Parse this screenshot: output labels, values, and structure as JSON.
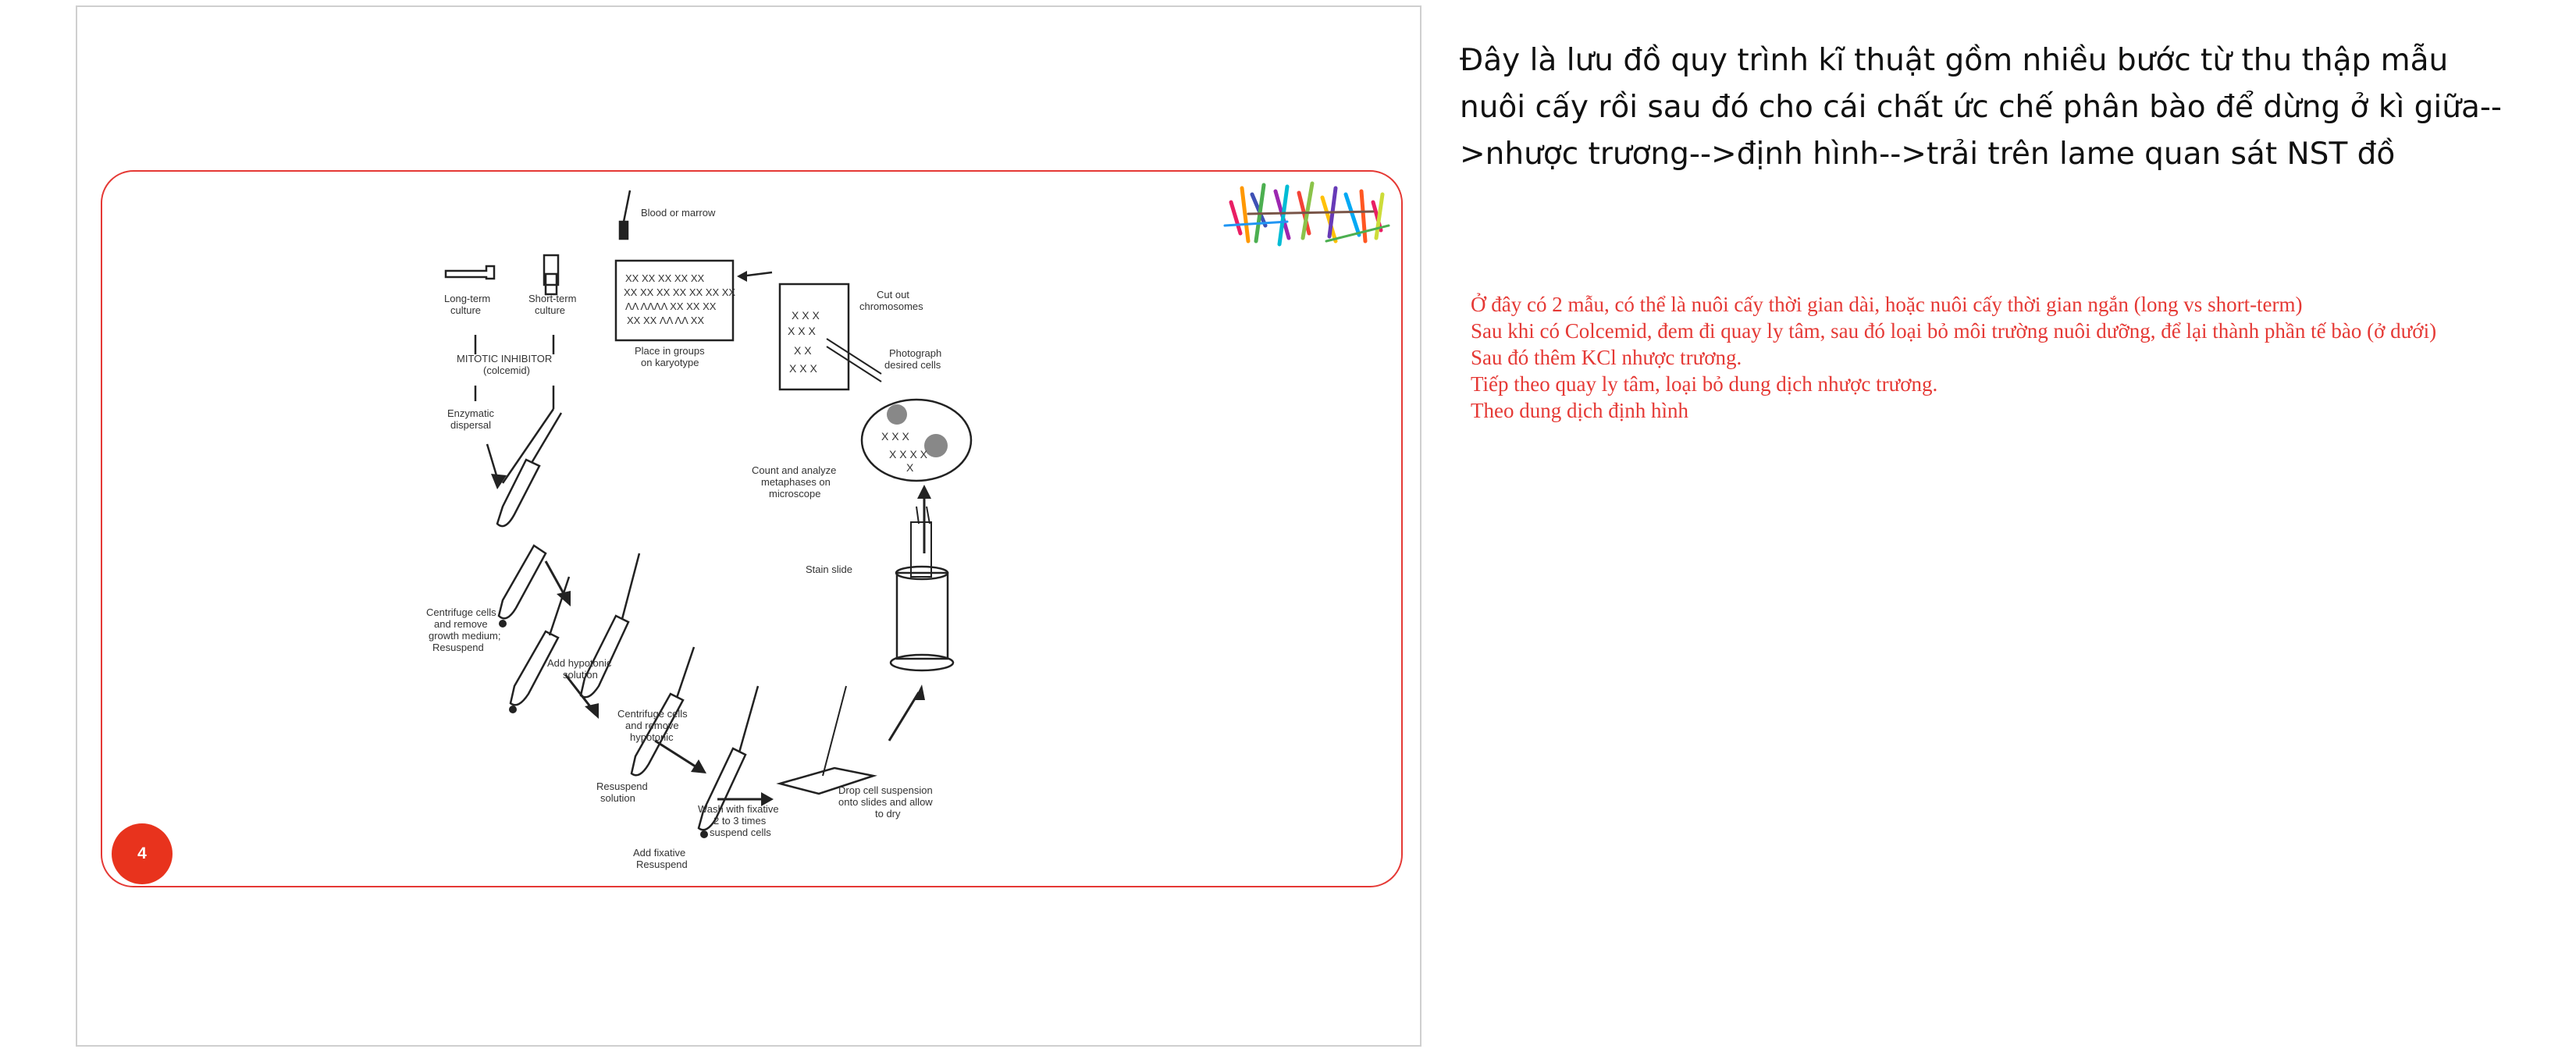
{
  "slide": {
    "page_number": "4",
    "diagram_labels": {
      "blood_or_marrow": "Blood or marrow",
      "long_term_1": "Long-term",
      "long_term_2": "culture",
      "short_term_1": "Short-term",
      "short_term_2": "culture",
      "mitotic_1": "MITOTIC INHIBITOR",
      "mitotic_2": "(colcemid)",
      "enzymatic_1": "Enzymatic",
      "enzymatic_2": "dispersal",
      "centrifuge1_1": "Centrifuge cells",
      "centrifuge1_2": "and remove",
      "centrifuge1_3": "growth medium;",
      "centrifuge1_4": "Resuspend",
      "hypotonic_1": "Add hypotonic",
      "hypotonic_2": "solution",
      "centrifuge2_1": "Centrifuge cells",
      "centrifuge2_2": "and remove",
      "centrifuge2_3": "hypotonic",
      "resuspend_1": "Resuspend",
      "resuspend_2": "solution",
      "fixative_1": "Add fixative",
      "fixative_2": "Resuspend",
      "wash_1": "Wash with fixative",
      "wash_2": "2 to 3 times",
      "wash_3": "suspend cells",
      "drop_1": "Drop cell suspension",
      "drop_2": "onto slides and allow",
      "drop_3": "to dry",
      "stain": "Stain slide",
      "count_1": "Count and analyze",
      "count_2": "metaphases on",
      "count_3": "microscope",
      "photo_1": "Photograph",
      "photo_2": "desired cells",
      "cut_1": "Cut out",
      "cut_2": "chromosomes",
      "place_1": "Place in groups",
      "place_2": "on karyotype"
    }
  },
  "notes": {
    "heading": "Đây là lưu đồ quy trình kĩ thuật gồm nhiều bước từ thu thập mẫu nuôi cấy rồi sau đó cho cái chất ức chế phân bào để dừng ở kì giữa-->nhược trương-->định hình-->trải trên lame quan sát NST đồ",
    "lines": [
      "Ở đây có 2 mẫu, có thể là nuôi cấy thời gian dài, hoặc nuôi cấy thời gian ngắn (long vs short-term)",
      "Sau khi có Colcemid, đem đi quay ly tâm, sau đó loại bỏ môi trường nuôi dưỡng, để lại thành phần tế bào (ở dưới)",
      "Sau đó thêm KCl nhược trương.",
      "Tiếp theo quay ly tâm, loại bỏ dung dịch nhược trương.",
      "Theo dung dịch định hình"
    ],
    "red_color": "#e53935"
  }
}
